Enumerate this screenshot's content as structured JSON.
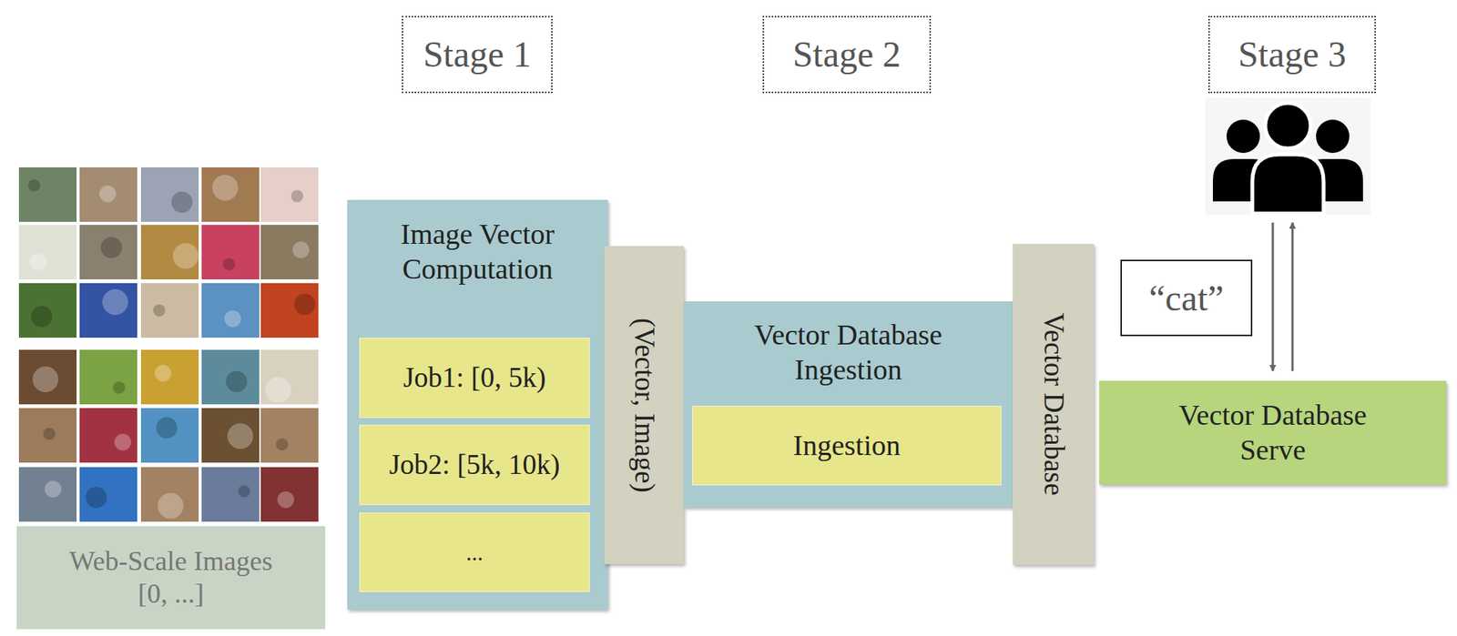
{
  "diagram": {
    "nodes": [
      {
        "text": [
          "Stage 1"
        ]
      },
      {
        "text": [
          "Stage 2"
        ]
      },
      {
        "text": [
          "Stage 3"
        ]
      },
      {
        "text": [
          "Web-Scale Images [0, ...]"
        ]
      },
      {
        "text": [
          "Image Vector Computation"
        ]
      },
      {
        "text": [
          "Job1: [0, 5k)"
        ],
        "in": 4
      },
      {
        "text": [
          "Job2: [5k, 10k)"
        ],
        "in": 4
      },
      {
        "text": [
          "..."
        ],
        "in": 4
      },
      {
        "text": [
          "(Vector, Image)"
        ]
      },
      {
        "text": [
          "Vector Database Ingestion"
        ]
      },
      {
        "text": [
          "Ingestion"
        ],
        "in": 9
      },
      {
        "text": [
          "Vector Database"
        ]
      },
      {
        "text": [
          "“cat”"
        ]
      },
      {
        "text": [
          "Vector Database Serve"
        ]
      }
    ]
  }
}
